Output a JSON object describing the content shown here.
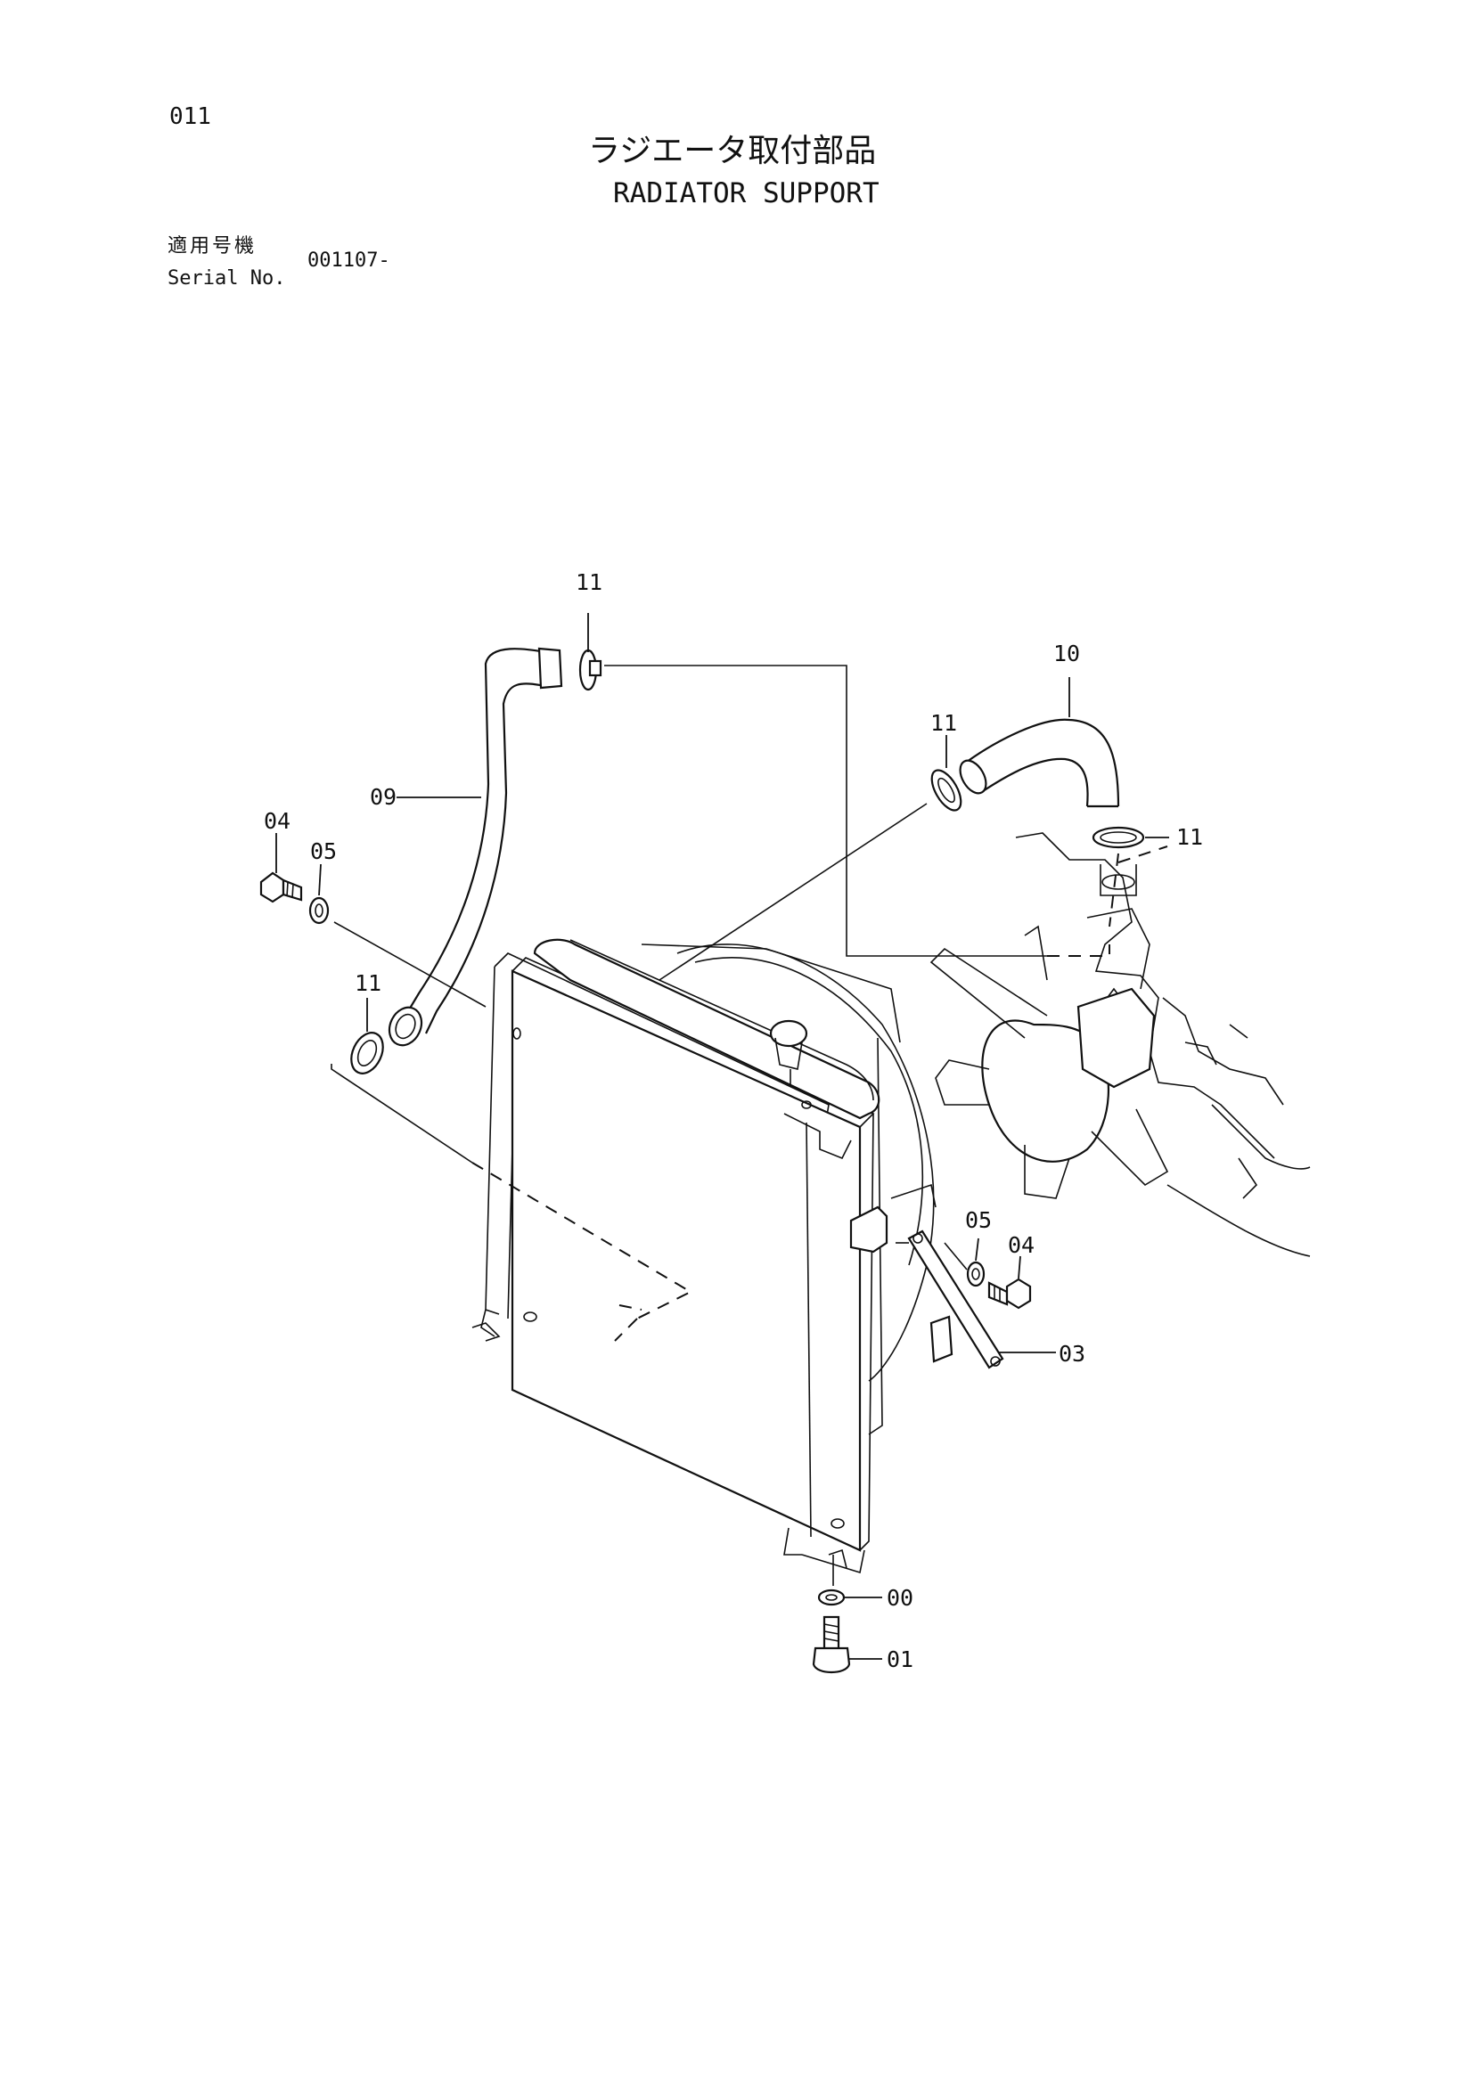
{
  "header": {
    "page_number": "011",
    "title_jp": "ラジエータ取付部品",
    "title_en": "RADIATOR SUPPORT",
    "serial_label_jp": "適用号機",
    "serial_label_en": "Serial No.",
    "serial_value": "001107-"
  },
  "callouts": {
    "c00": "00",
    "c01": "01",
    "c03": "03",
    "c04_left": "04",
    "c04_right": "04",
    "c05_left": "05",
    "c05_right": "05",
    "c09": "09",
    "c10": "10",
    "c11_top": "11",
    "c11_mid": "11",
    "c11_right": "11",
    "c11_left": "11"
  }
}
